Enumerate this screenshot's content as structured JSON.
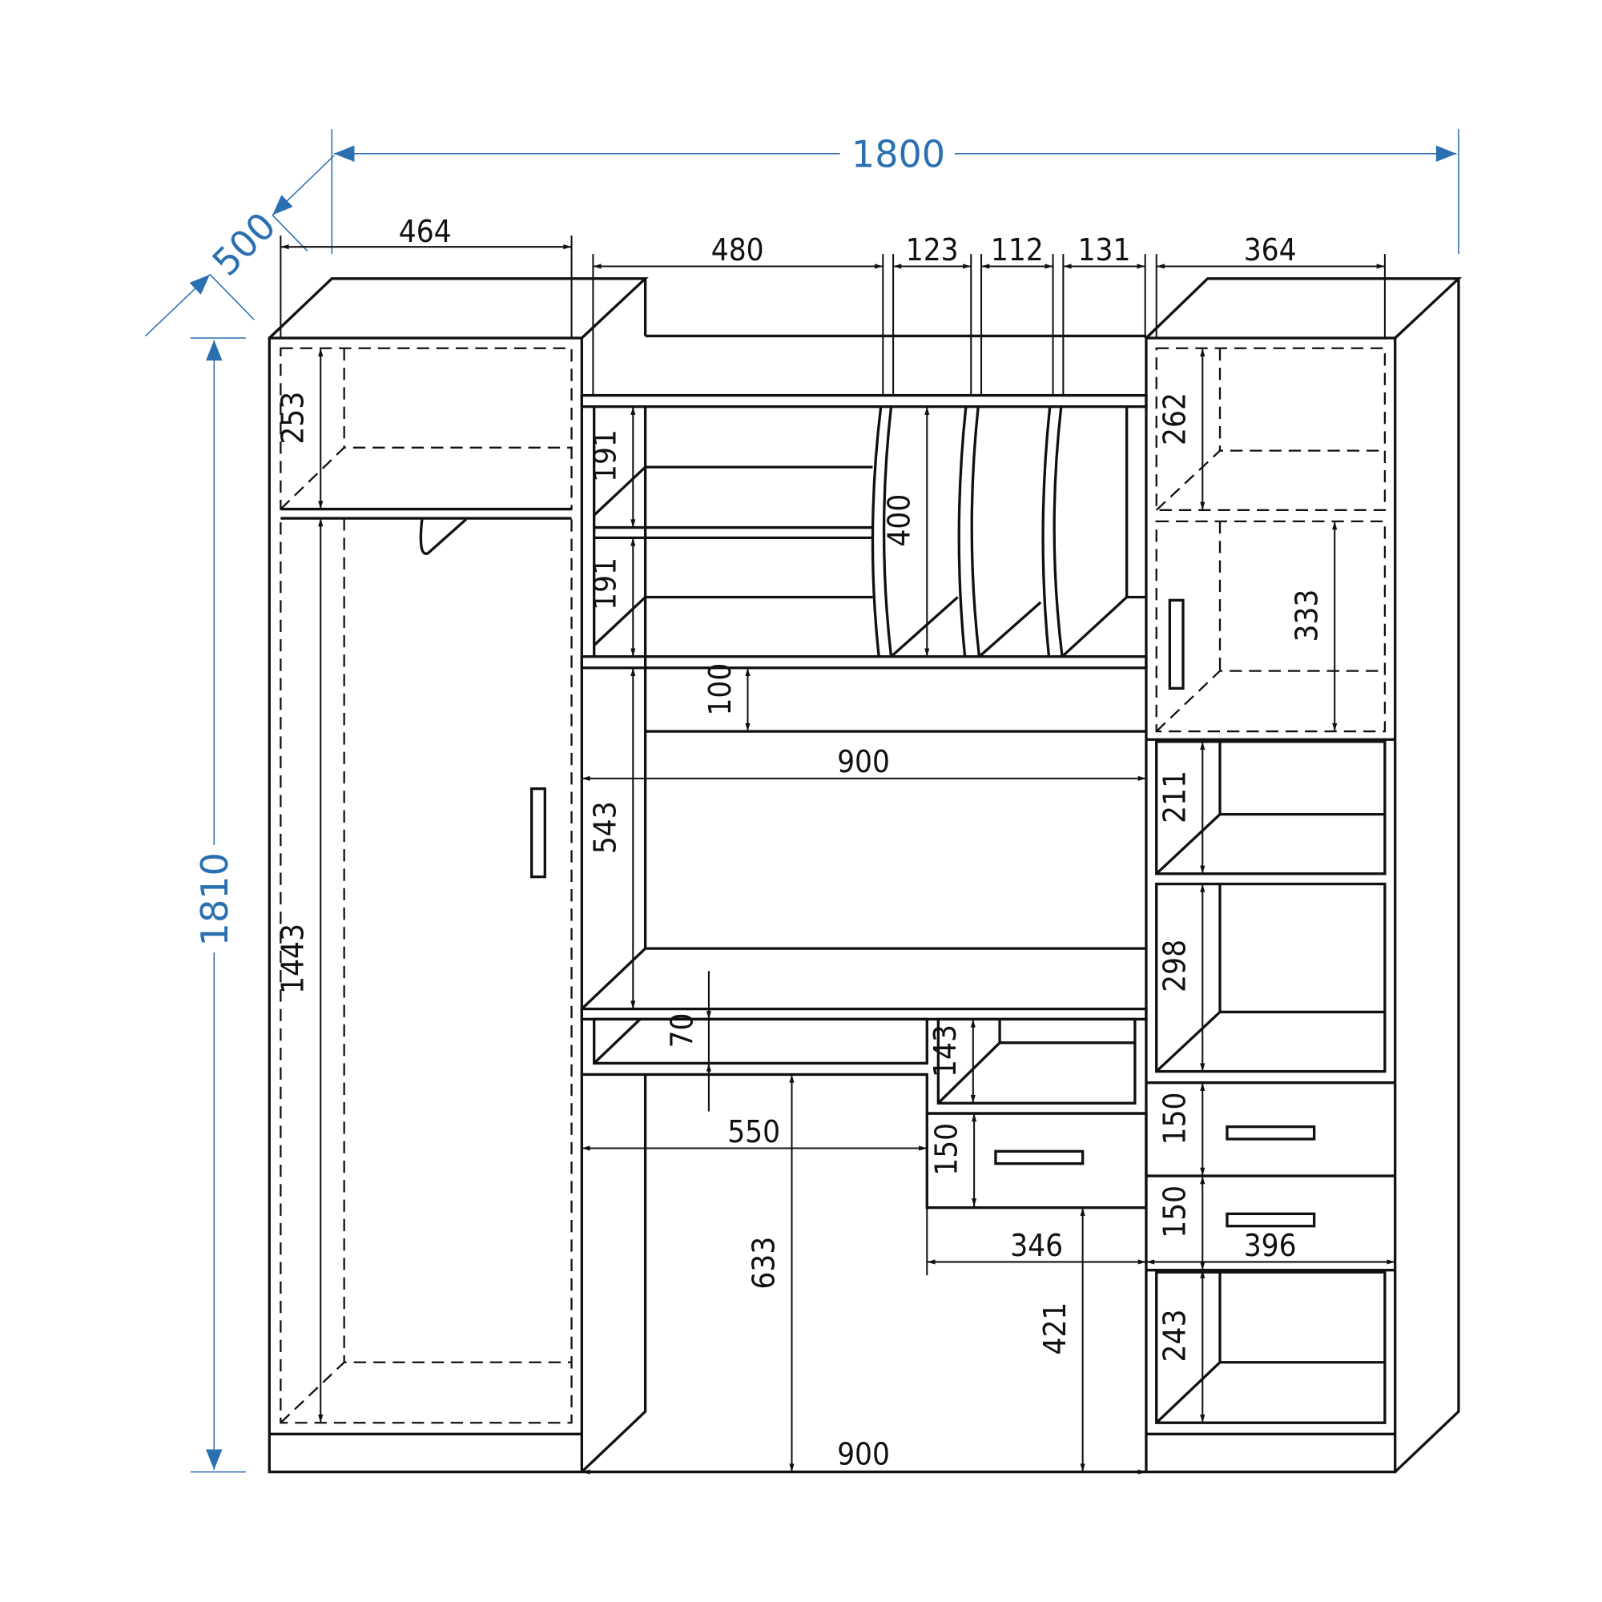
{
  "title": "Wardrobe with desk – dimension drawing",
  "colors": {
    "line": "#111111",
    "overall_dimension": "#2a6fb0"
  },
  "overall": {
    "width": "1800",
    "depth": "500",
    "height": "1810"
  },
  "left_cabinet": {
    "width": "464",
    "top_compartment": "253",
    "hanging_space": "1443"
  },
  "middle": {
    "top_widths": [
      "480",
      "123",
      "112",
      "131"
    ],
    "shelf_1": "191",
    "shelf_2": "191",
    "vertical_slots": "400",
    "gap_100": "100",
    "width_upper": "900",
    "height_543": "543",
    "drawer_70": "70",
    "niche_143": "143",
    "desk_550": "550",
    "drawer_150": "150",
    "legroom_633": "633",
    "width_346": "346",
    "height_421": "421",
    "width_lower": "900"
  },
  "right_cabinet": {
    "width": "364",
    "top_262": "262",
    "door_333": "333",
    "shelf_211": "211",
    "shelf_298": "298",
    "drawer_1": "150",
    "drawer_2": "150",
    "width_396": "396",
    "bottom_243": "243"
  }
}
